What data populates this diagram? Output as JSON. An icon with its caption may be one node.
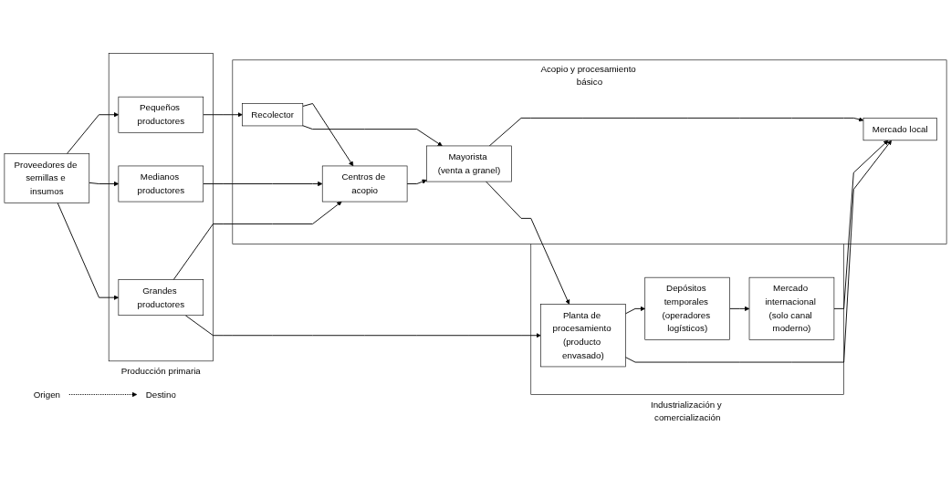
{
  "diagram": {
    "nodes": [
      {
        "text": [
          "Origen"
        ]
      },
      {
        "text": [
          "Destino"
        ]
      },
      {
        "text": [
          "Proveedores de semillas e insumos"
        ]
      },
      {
        "text": [
          "Producción primaria"
        ]
      },
      {
        "text": [
          "Pequeños productores"
        ],
        "in": 3
      },
      {
        "text": [
          "Medianos productores"
        ],
        "in": 3
      },
      {
        "text": [
          "Grandes productores"
        ],
        "in": 3
      },
      {
        "text": [
          "Acopio y procesamiento básico"
        ]
      },
      {
        "text": [
          "Recolector"
        ],
        "in": 7
      },
      {
        "text": [
          "Mercado local"
        ],
        "in": 7
      },
      {
        "text": [
          "Centros de acopio"
        ],
        "in": 7
      },
      {
        "text": [
          "Mayorista (venta a granel)"
        ],
        "in": 7
      },
      {
        "text": [
          "Industrialización y comercialización"
        ]
      },
      {
        "text": [
          "Planta de procesamiento (producto envasado)"
        ],
        "in": 12
      },
      {
        "text": [
          "Depósitos temporales (operadores logísticos)"
        ],
        "in": 12
      },
      {
        "text": [
          "Mercado internacional (solo canal moderno)"
        ],
        "in": 12
      }
    ],
    "edges": [
      {
        "from": 0,
        "to": 1,
        "arrow": "to",
        "style": "dashed"
      },
      {
        "from": 2,
        "to": 4,
        "arrow": "to"
      },
      {
        "from": 2,
        "to": 5,
        "arrow": "to"
      },
      {
        "from": 2,
        "to": 6,
        "arrow": "to"
      },
      {
        "from": 4,
        "to": 8,
        "arrow": "to"
      },
      {
        "from": 5,
        "to": 10,
        "arrow": "to"
      },
      {
        "from": 6,
        "to": 10,
        "arrow": "to"
      },
      {
        "from": 6,
        "to": 13,
        "arrow": "to"
      },
      {
        "from": 8,
        "to": 10,
        "arrow": "to"
      },
      {
        "from": 8,
        "to": 11,
        "arrow": "to"
      },
      {
        "from": 10,
        "to": 11,
        "arrow": "to"
      },
      {
        "from": 11,
        "to": 9,
        "arrow": "to"
      },
      {
        "from": 11,
        "to": 13,
        "arrow": "to"
      },
      {
        "from": 13,
        "to": 14,
        "arrow": "to"
      },
      {
        "from": 14,
        "to": 15,
        "arrow": "to"
      },
      {
        "from": 13,
        "to": 9,
        "arrow": "to"
      },
      {
        "from": 15,
        "to": 9,
        "arrow": "to"
      }
    ]
  }
}
